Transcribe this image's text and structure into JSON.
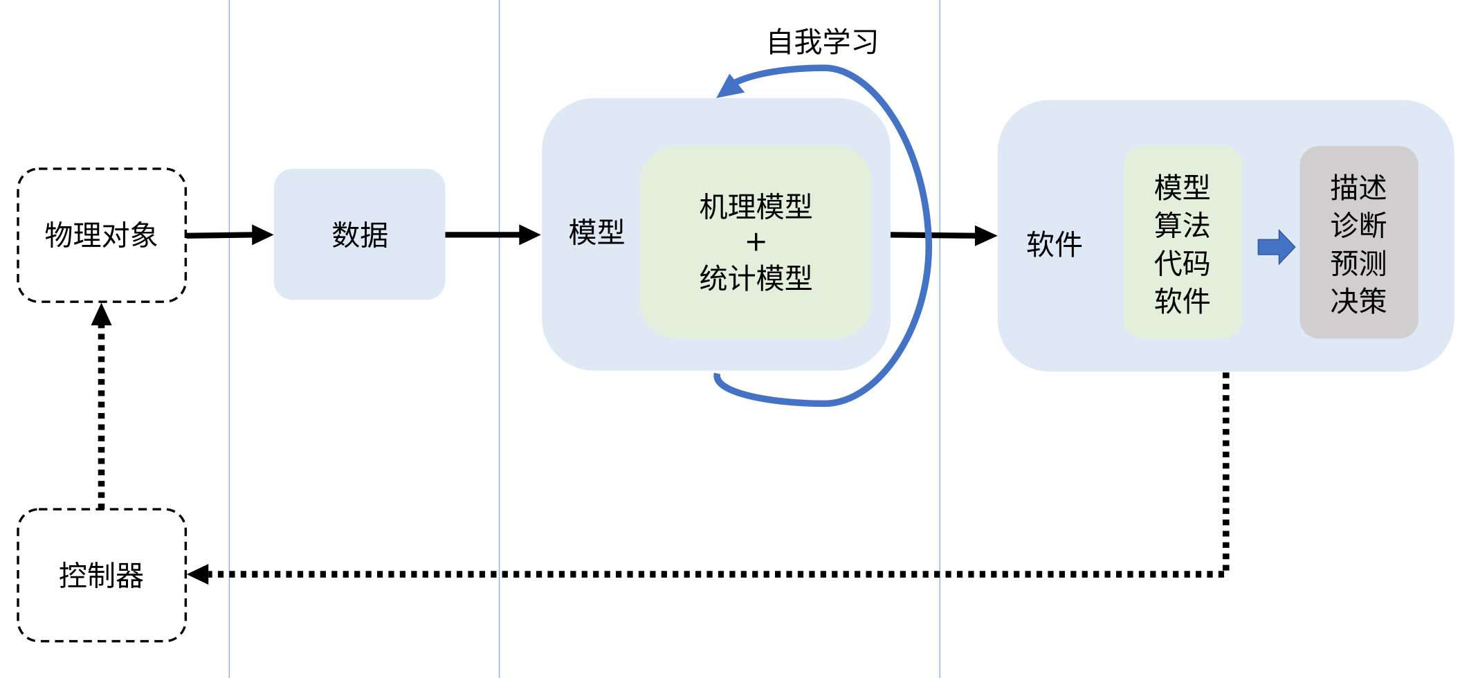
{
  "nodes": {
    "physical_object": "物理对象",
    "data": "数据",
    "model": "模型",
    "mech_model": "机理模型",
    "plus": "+",
    "stat_model": "统计模型",
    "software": "软件",
    "software_inner": [
      "模型",
      "算法",
      "代码",
      "软件"
    ],
    "outputs": [
      "描述",
      "诊断",
      "预测",
      "决策"
    ],
    "controller": "控制器",
    "self_learning": "自我学习"
  },
  "colors": {
    "light_blue": "#dee9f5",
    "light_green": "#e3efda",
    "gray": "#d0cece",
    "accent_blue": "#4472c4",
    "divider": "#8eaadb"
  }
}
